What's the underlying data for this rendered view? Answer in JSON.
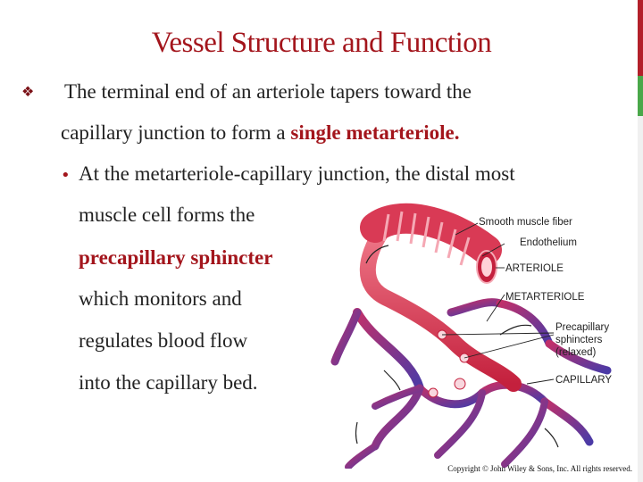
{
  "title": "Vessel Structure and Function",
  "bullet_main": {
    "line1": "The terminal end of an arteriole tapers toward the",
    "line2_plain": "capillary junction to form a ",
    "line2_highlight": "single metarteriole."
  },
  "sub_bullet": {
    "line1": "At the metarteriole-capillary junction, the distal most",
    "line2": "muscle cell forms the",
    "line3_highlight": "precapillary sphincter",
    "line4": "which monitors and",
    "line5": "regulates blood flow",
    "line6": "into the capillary bed."
  },
  "diagram_labels": {
    "smooth_muscle": "Smooth muscle fiber",
    "endothelium": "Endothelium",
    "arteriole": "ARTERIOLE",
    "metarteriole": "METARTERIOLE",
    "precap1": "Precapillary",
    "precap2": "sphincters",
    "precap3": "(relaxed)",
    "capillary": "CAPILLARY"
  },
  "copyright": "Copyright © John Wiley & Sons, Inc. All rights reserved.",
  "colors": {
    "title": "#a3151c",
    "accent_red": "#a3151c",
    "vessel": "#d93a55",
    "capillary": "#5b3fa8"
  }
}
